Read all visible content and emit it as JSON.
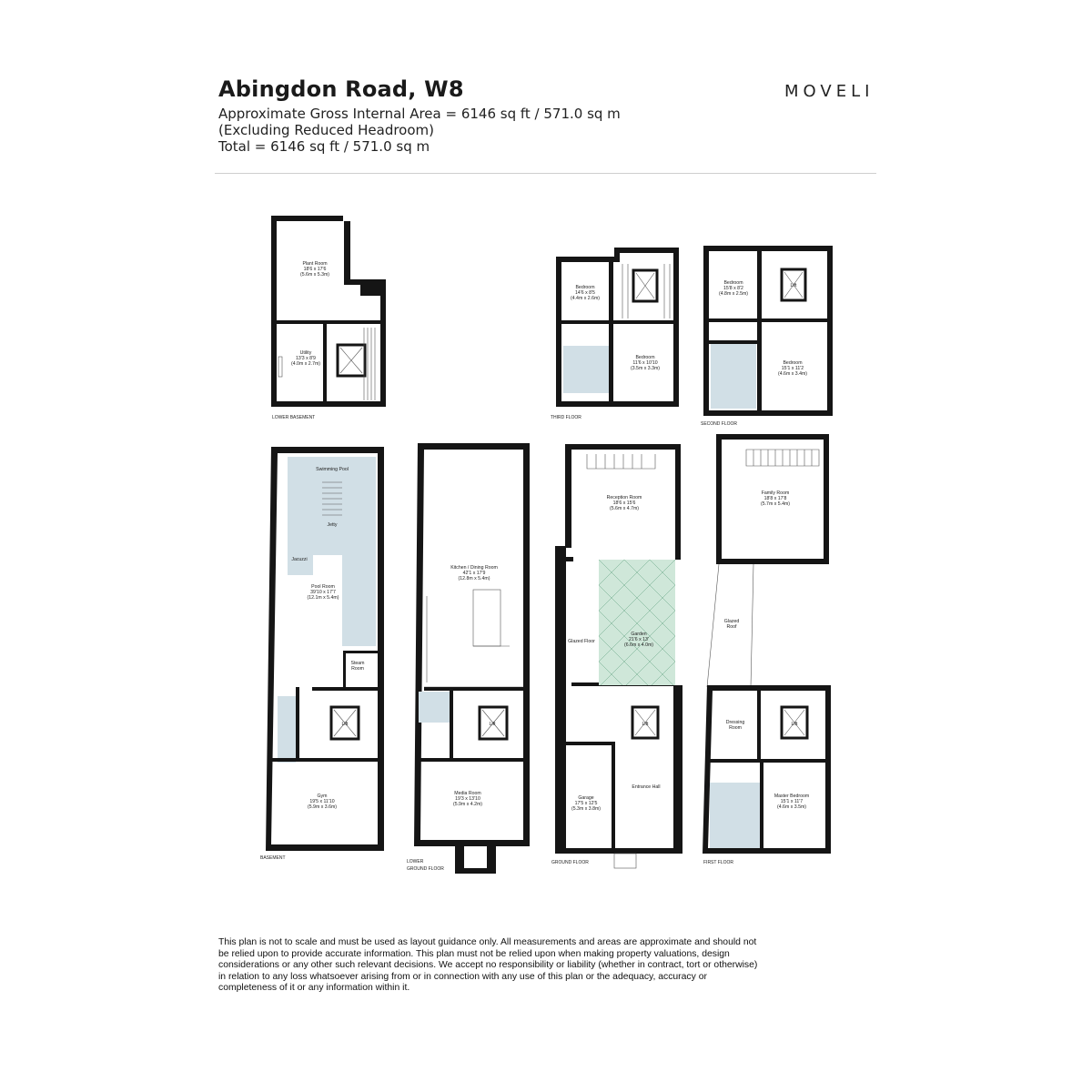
{
  "header": {
    "title": "Abingdon Road, W8",
    "line1": "Approximate Gross Internal Area = 6146 sq ft / 571.0 sq m",
    "line2": "(Excluding Reduced Headroom)",
    "line3": "Total = 6146 sq ft / 571.0 sq m",
    "brand": "MOVELI"
  },
  "floors": {
    "lower_basement": "LOWER BASEMENT",
    "third": "THIRD FLOOR",
    "second": "SECOND FLOOR",
    "basement": "BASEMENT",
    "lower_ground_1": "LOWER",
    "lower_ground_2": "GROUND FLOOR",
    "ground": "GROUND FLOOR",
    "first": "FIRST FLOOR"
  },
  "rooms": {
    "plant": {
      "name": "Plant Room",
      "imp": "18'6 x 17'6",
      "met": "(5.6m x 5.3m)"
    },
    "utility": {
      "name": "Utility",
      "imp": "13'3 x 8'9",
      "met": "(4.0m x 2.7m)"
    },
    "bed3a": {
      "name": "Bedroom",
      "imp": "14'6 x 8'5",
      "met": "(4.4m x 2.6m)"
    },
    "bed3b": {
      "name": "Bedroom",
      "imp": "11'6 x 10'10",
      "met": "(3.5m x 3.3m)"
    },
    "bed2a": {
      "name": "Bedroom",
      "imp": "15'8 x 8'2",
      "met": "(4.8m x 2.5m)"
    },
    "bed2b": {
      "name": "Bedroom",
      "imp": "15'1 x 11'2",
      "met": "(4.6m x 3.4m)"
    },
    "lift": "Lift",
    "swim": "Swimming Pool",
    "jetty": "Jetty",
    "jacuzzi": "Jacuzzi",
    "pool": {
      "name": "Pool Room",
      "imp": "39'10 x 17'7",
      "met": "(12.1m x 5.4m)"
    },
    "steam1": "Steam",
    "steam2": "Room",
    "gym": {
      "name": "Gym",
      "imp": "19'5 x 11'10",
      "met": "(5.9m x 3.6m)"
    },
    "kitchen": {
      "name": "Kitchen / Dining Room",
      "imp": "42'1 x 17'9",
      "met": "(12.8m x 5.4m)"
    },
    "media": {
      "name": "Media Room",
      "imp": "19'3 x 13'10",
      "met": "(5.9m x 4.2m)"
    },
    "reception": {
      "name": "Reception Room",
      "imp": "18'6 x 15'6",
      "met": "(5.6m x 4.7m)"
    },
    "glazedfloor": "Glazed Floor",
    "garden": {
      "name": "Garden",
      "imp": "21'6 x 13'",
      "met": "(6.6m x 4.0m)"
    },
    "garage": {
      "name": "Garage",
      "imp": "17'5 x 12'5",
      "met": "(5.3m x 3.8m)"
    },
    "hall": "Entrance Hall",
    "family": {
      "name": "Family Room",
      "imp": "18'8 x 17'8",
      "met": "(5.7m x 5.4m)"
    },
    "glazedroof1": "Glazed",
    "glazedroof2": "Roof",
    "dressing1": "Dressing",
    "dressing2": "Room",
    "master": {
      "name": "Master Bedroom",
      "imp": "15'1 x 11'7",
      "met": "(4.6m x 3.5m)"
    }
  },
  "disclaimer": "This plan is not to scale and must be used as layout guidance only. All measurements and areas are approximate and should not be relied upon to provide accurate information. This plan must not be relied upon when making property valuations, design considerations or any other such relevant decisions. We accept no responsibility or liability (whether in contract, tort or otherwise) in relation to any loss whatsoever arising from or in connection with any use of this plan or the adequacy, accuracy or completeness of it or any information within it."
}
